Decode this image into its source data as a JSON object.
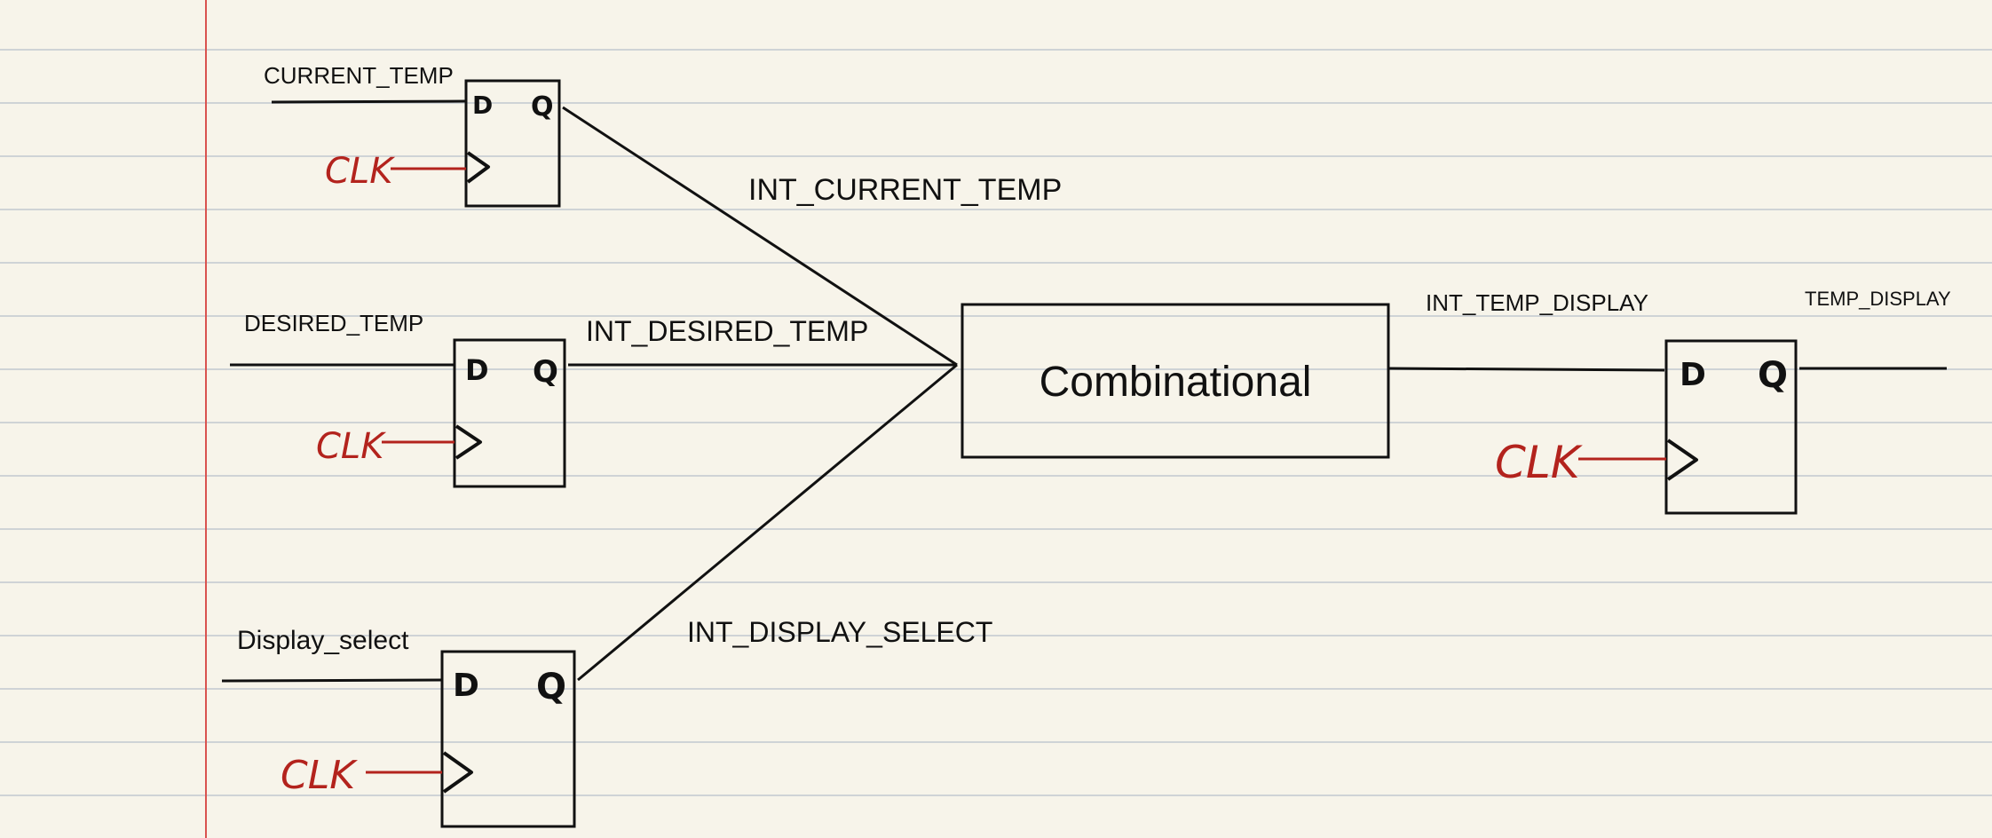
{
  "colors": {
    "paper": "#f7f4ea",
    "rule_line": "#cfd3d6",
    "margin_line": "#d9534f",
    "ink": "#111111",
    "clock_ink": "#b3231d"
  },
  "flipflops": {
    "current_temp": {
      "input_label": "CURRENT_TEMP",
      "d": "D",
      "q": "Q",
      "clk": "CLK"
    },
    "desired_temp": {
      "input_label": "DESIRED_TEMP",
      "d": "D",
      "q": "Q",
      "clk": "CLK"
    },
    "display_select": {
      "input_label": "Display_select",
      "d": "D",
      "q": "Q",
      "clk": "CLK"
    },
    "temp_display": {
      "input_label": "INT_TEMP_DISPLAY",
      "output_label": "TEMP_DISPLAY",
      "d": "D",
      "q": "Q",
      "clk": "CLK"
    }
  },
  "signals": {
    "int_current_temp": "INT_CURRENT_TEMP",
    "int_desired_temp": "INT_DESIRED_TEMP",
    "int_display_select": "INT_DISPLAY_SELECT"
  },
  "combinational": {
    "label": "Combinational"
  }
}
